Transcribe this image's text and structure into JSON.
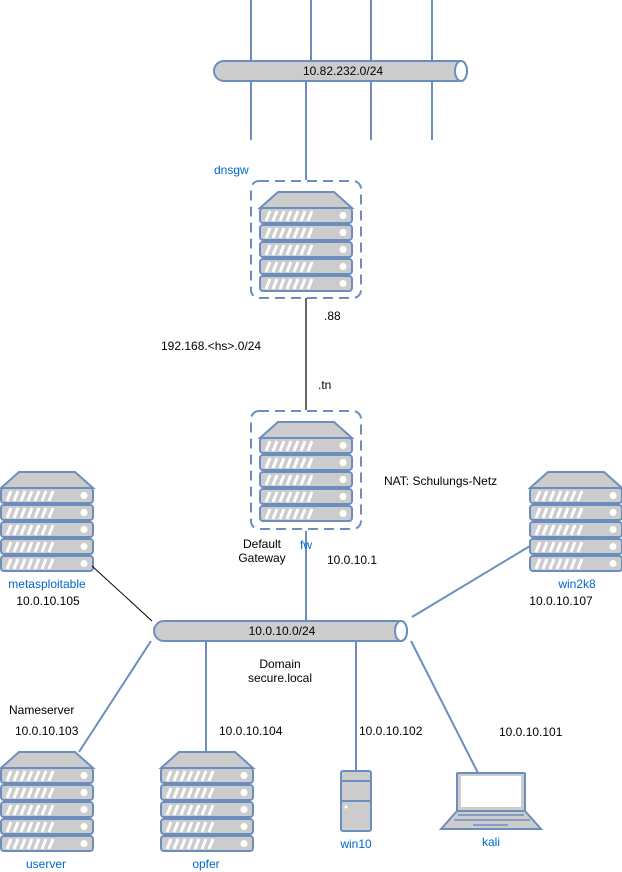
{
  "colors": {
    "stroke": "#6c8ebf",
    "fill": "#cccccc",
    "label_blue": "#0066cc",
    "black_link": "#000000"
  },
  "networks": {
    "wan": {
      "label": "10.82.232.0/24"
    },
    "transfer": {
      "label": "192.168.<hs>.0/24"
    },
    "lan": {
      "label": "10.0.10.0/24",
      "domain_line1": "Domain",
      "domain_line2": "secure.local"
    }
  },
  "nodes": {
    "dnsgw": {
      "name": "dnsgw",
      "ip": ".88",
      "icon": "server-rack-icon"
    },
    "fw": {
      "name": "fw",
      "ip_transfer": ".tn",
      "ip": "10.0.10.1",
      "role_line1": "Default",
      "role_line2": "Gateway",
      "nat": "NAT: Schulungs-Netz",
      "icon": "server-rack-icon"
    },
    "metasploitable": {
      "name": "metasploitable",
      "ip": "10.0.10.105",
      "icon": "server-rack-icon"
    },
    "win2k8": {
      "name": "win2k8",
      "ip": "10.0.10.107",
      "icon": "server-rack-icon"
    },
    "userver": {
      "name": "userver",
      "ip": "10.0.10.103",
      "role": "Nameserver",
      "icon": "server-rack-icon"
    },
    "opfer": {
      "name": "opfer",
      "ip": "10.0.10.104",
      "icon": "server-rack-icon"
    },
    "win10": {
      "name": "win10",
      "ip": "10.0.10.102",
      "icon": "desktop-tower-icon"
    },
    "kali": {
      "name": "kali",
      "ip": "10.0.10.101",
      "icon": "laptop-icon"
    }
  }
}
